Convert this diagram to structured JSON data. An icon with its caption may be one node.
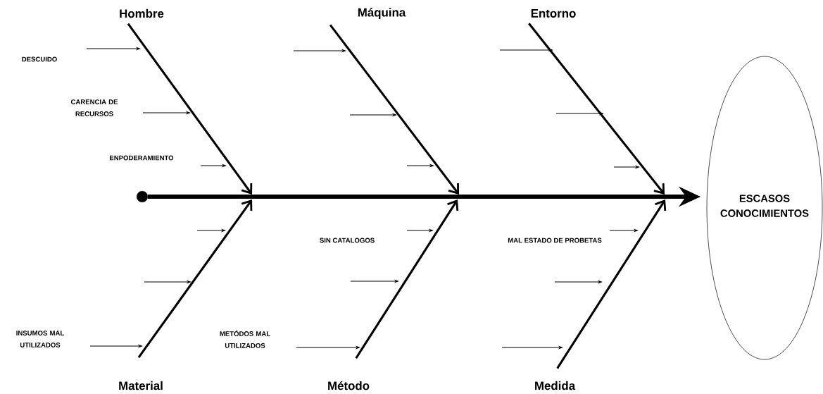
{
  "diagram": {
    "nodes": [
      {
        "text": [
          "Hombre"
        ]
      },
      {
        "text": [
          "Máquina"
        ]
      },
      {
        "text": [
          "Entorno"
        ]
      },
      {
        "text": [],
        "shape": "circle"
      },
      {
        "text": [
          "ESCASOS CONOCIMIENTOS"
        ]
      },
      {
        "text": [
          "Material"
        ]
      },
      {
        "text": [
          "Método"
        ]
      },
      {
        "text": [
          "Medida"
        ]
      }
    ],
    "edges": [
      {
        "from": 3,
        "to": 4,
        "arrow": "to",
        "style": "thick"
      },
      {
        "from": 0,
        "to": null,
        "arrow": "to"
      },
      {
        "from": 1,
        "to": null,
        "arrow": "to"
      },
      {
        "from": 2,
        "to": null,
        "arrow": "to"
      },
      {
        "from": 5,
        "to": null,
        "arrow": "to"
      },
      {
        "from": 6,
        "to": null,
        "arrow": "to"
      },
      {
        "from": 7,
        "to": null,
        "arrow": "to"
      }
    ],
    "labels": [
      "DESCUIDO",
      "CARENCIA DE RECURSOS",
      "ENPODERAMIENTO",
      "SIN CATALOGOS",
      "MAL ESTADO DE PROBETAS",
      "INSUMOS MAL UTILIZADOS",
      "METÓDOS MAL UTILIZADOS"
    ]
  }
}
